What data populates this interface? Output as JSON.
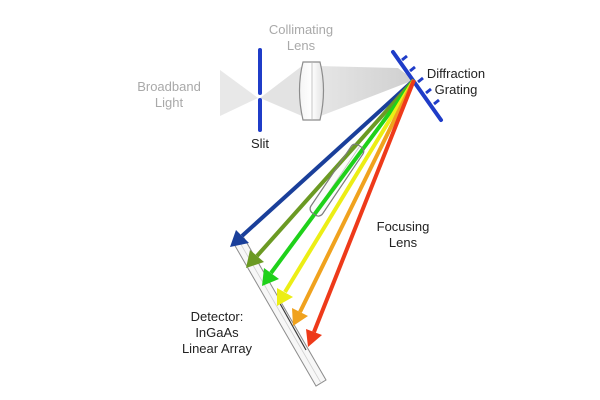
{
  "labels": {
    "broadband": [
      "Broadband",
      "Light"
    ],
    "collimating": [
      "Collimating",
      "Lens"
    ],
    "slit": "Slit",
    "diffraction": [
      "Diffraction",
      "Grating"
    ],
    "focusing": [
      "Focusing",
      "Lens"
    ],
    "detector": [
      "Detector:",
      "InGaAs",
      "Linear Array"
    ]
  },
  "colors": {
    "optics_blue": "#1f3cc8",
    "beam_gray": "#d4d4d4",
    "lens_outline": "#8c8c8c",
    "rays": [
      "#1a3f9a",
      "#6b9a23",
      "#1fd11a",
      "#ecee15",
      "#f0a21e",
      "#ee3a1a"
    ]
  }
}
